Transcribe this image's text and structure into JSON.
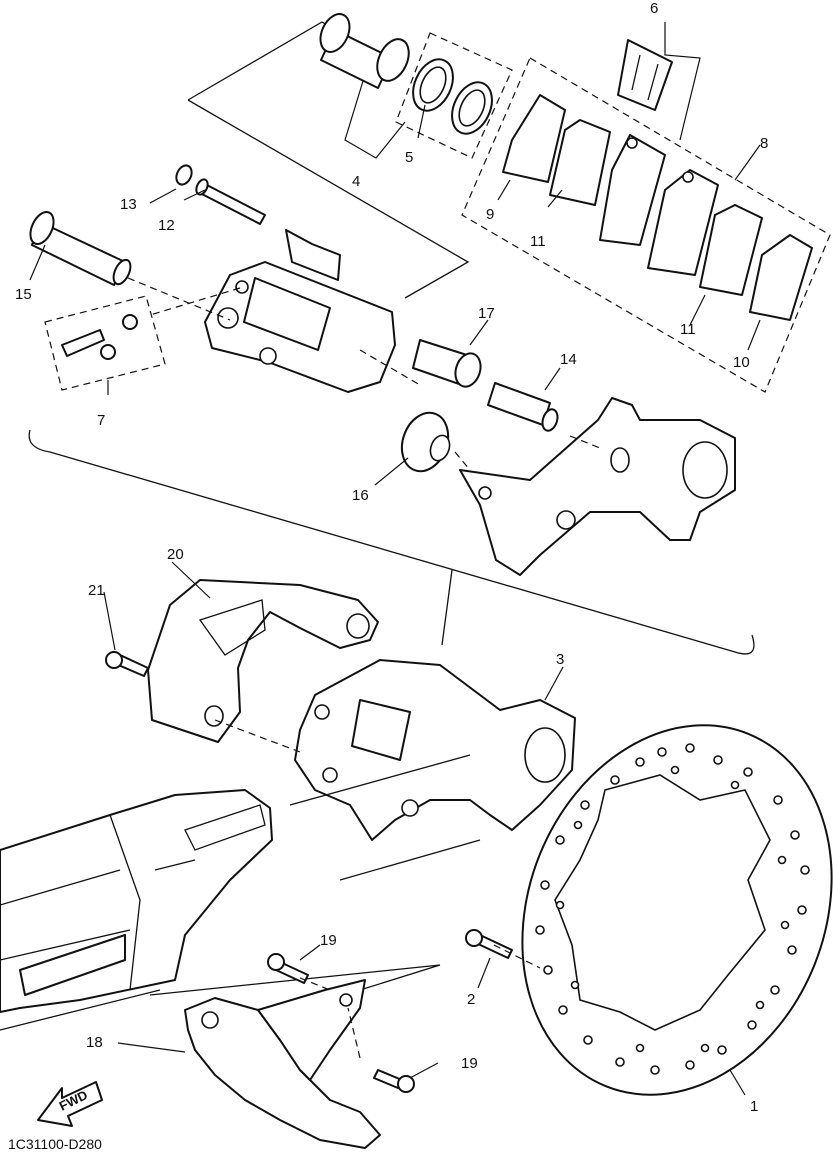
{
  "diagram_code": "1C31100-D280",
  "fwd_label": "FWD",
  "callouts": {
    "c1": "1",
    "c2": "2",
    "c3": "3",
    "c4": "4",
    "c5": "5",
    "c6": "6",
    "c7": "7",
    "c8": "8",
    "c9": "9",
    "c10": "10",
    "c11a": "11",
    "c11b": "11",
    "c12": "12",
    "c13": "13",
    "c14": "14",
    "c15": "15",
    "c16": "16",
    "c17": "17",
    "c18": "18",
    "c19a": "19",
    "c19b": "19",
    "c20": "20",
    "c21": "21"
  }
}
